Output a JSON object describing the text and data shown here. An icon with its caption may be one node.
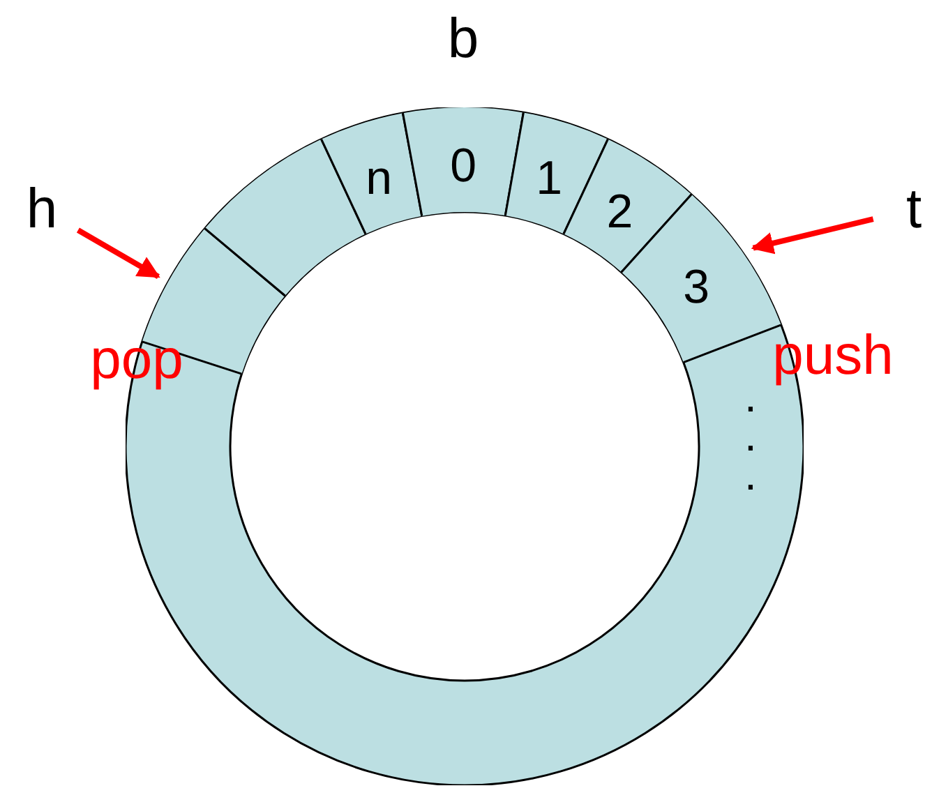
{
  "diagram": {
    "nodes": [
      {
        "text": [
          "h"
        ]
      },
      {
        "text": [
          "t"
        ]
      },
      {
        "text": [],
        "shape": "circle"
      },
      {
        "text": [],
        "shape": "box",
        "in": 2
      },
      {
        "text": [],
        "shape": "box",
        "in": 2
      },
      {
        "text": [
          "n"
        ],
        "in": 2
      },
      {
        "text": [
          "0"
        ],
        "in": 2
      },
      {
        "text": [
          "1"
        ],
        "in": 2
      },
      {
        "text": [
          "2"
        ],
        "in": 2
      },
      {
        "text": [
          "3"
        ],
        "in": 2
      }
    ],
    "edges": [
      {
        "from": 0,
        "to": 3,
        "arrow": "to"
      },
      {
        "from": 1,
        "to": 9,
        "arrow": "to"
      }
    ],
    "labels": [
      "b",
      "pop",
      "push",
      ".",
      ".",
      "."
    ]
  }
}
